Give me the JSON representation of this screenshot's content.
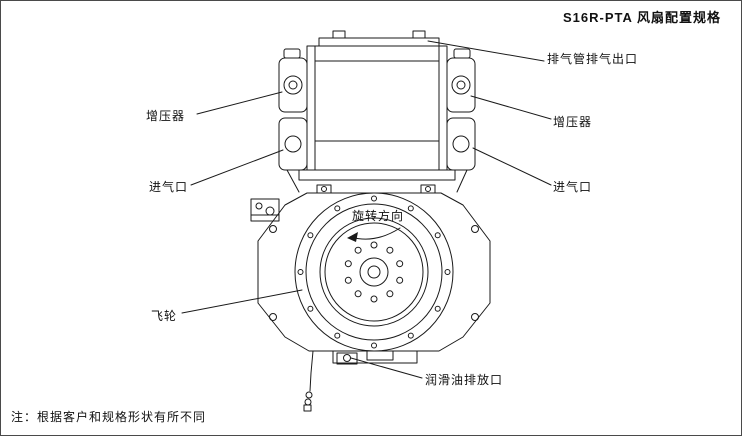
{
  "page": {
    "title": "S16R-PTA 风扇配置规格",
    "note": "注：根据客户和规格形状有所不同"
  },
  "labels": {
    "exhaust_outlet": "排气管排气出口",
    "turbocharger_left": "增压器",
    "turbocharger_right": "增压器",
    "air_intake_left": "进气口",
    "air_intake_right": "进气口",
    "rotation_direction": "旋转方向",
    "flywheel": "飞轮",
    "oil_drain": "润滑油排放口"
  },
  "colors": {
    "line": "#1a1a1a",
    "background": "#ffffff",
    "border": "#4a4a4a"
  }
}
